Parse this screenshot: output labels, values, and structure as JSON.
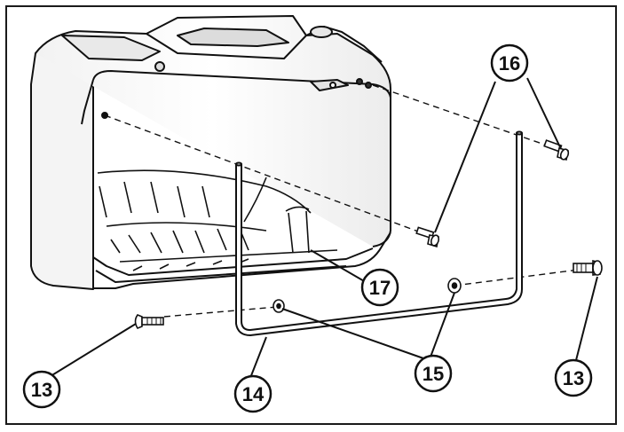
{
  "callouts": {
    "c13_left": "13",
    "c14": "14",
    "c15": "15",
    "c16": "16",
    "c17": "17",
    "c13_right": "13"
  }
}
